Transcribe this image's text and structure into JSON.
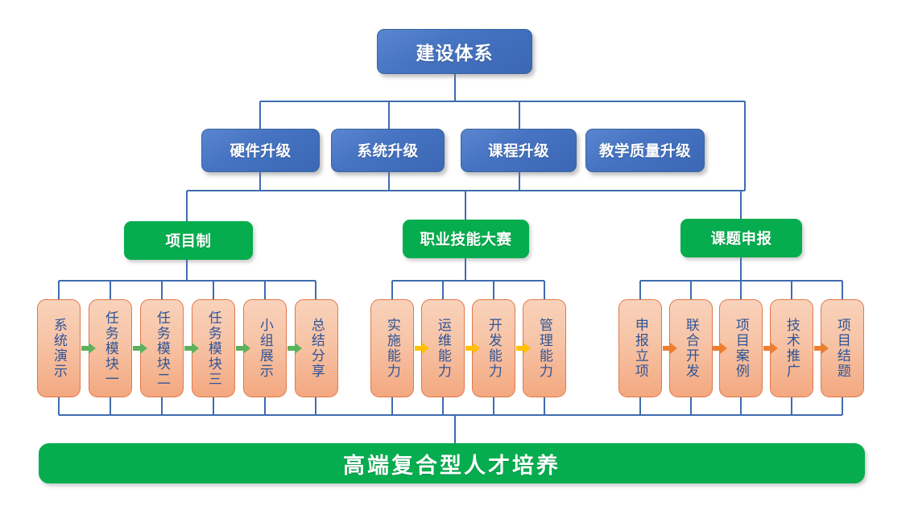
{
  "diagram": {
    "title_text": "建设体系",
    "root": {
      "label": "建设体系"
    },
    "tier2": [
      {
        "label": "硬件升级"
      },
      {
        "label": "系统升级"
      },
      {
        "label": "课程升级"
      },
      {
        "label": "教学质量升级"
      }
    ],
    "tier3": [
      {
        "label": "项目制"
      },
      {
        "label": "职业技能大赛"
      },
      {
        "label": "课题申报"
      }
    ],
    "group1": {
      "parent": "项目制",
      "arrow_color": "#5eb15c",
      "leaves": [
        {
          "label": "系统演示"
        },
        {
          "label": "任务模块一"
        },
        {
          "label": "任务模块二"
        },
        {
          "label": "任务模块三"
        },
        {
          "label": "小组展示"
        },
        {
          "label": "总结分享"
        }
      ]
    },
    "group2": {
      "parent": "职业技能大赛",
      "arrow_color": "#ffc000",
      "leaves": [
        {
          "label": "实施能力"
        },
        {
          "label": "运维能力"
        },
        {
          "label": "开发能力"
        },
        {
          "label": "管理能力"
        }
      ]
    },
    "group3": {
      "parent": "课题申报",
      "arrow_color": "#ed7d31",
      "leaves": [
        {
          "label": "申报立项"
        },
        {
          "label": "联合开发"
        },
        {
          "label": "项目案例"
        },
        {
          "label": "技术推广"
        },
        {
          "label": "项目结题"
        }
      ]
    },
    "banner": {
      "label": "高端复合型人才培养"
    },
    "colors": {
      "blue": "#4472c4",
      "green": "#05ad4e",
      "orange_fill": "#f7c3a5",
      "orange_border": "#e0794a",
      "orange_text": "#2f5597",
      "connector": "#3f6cb0"
    }
  }
}
